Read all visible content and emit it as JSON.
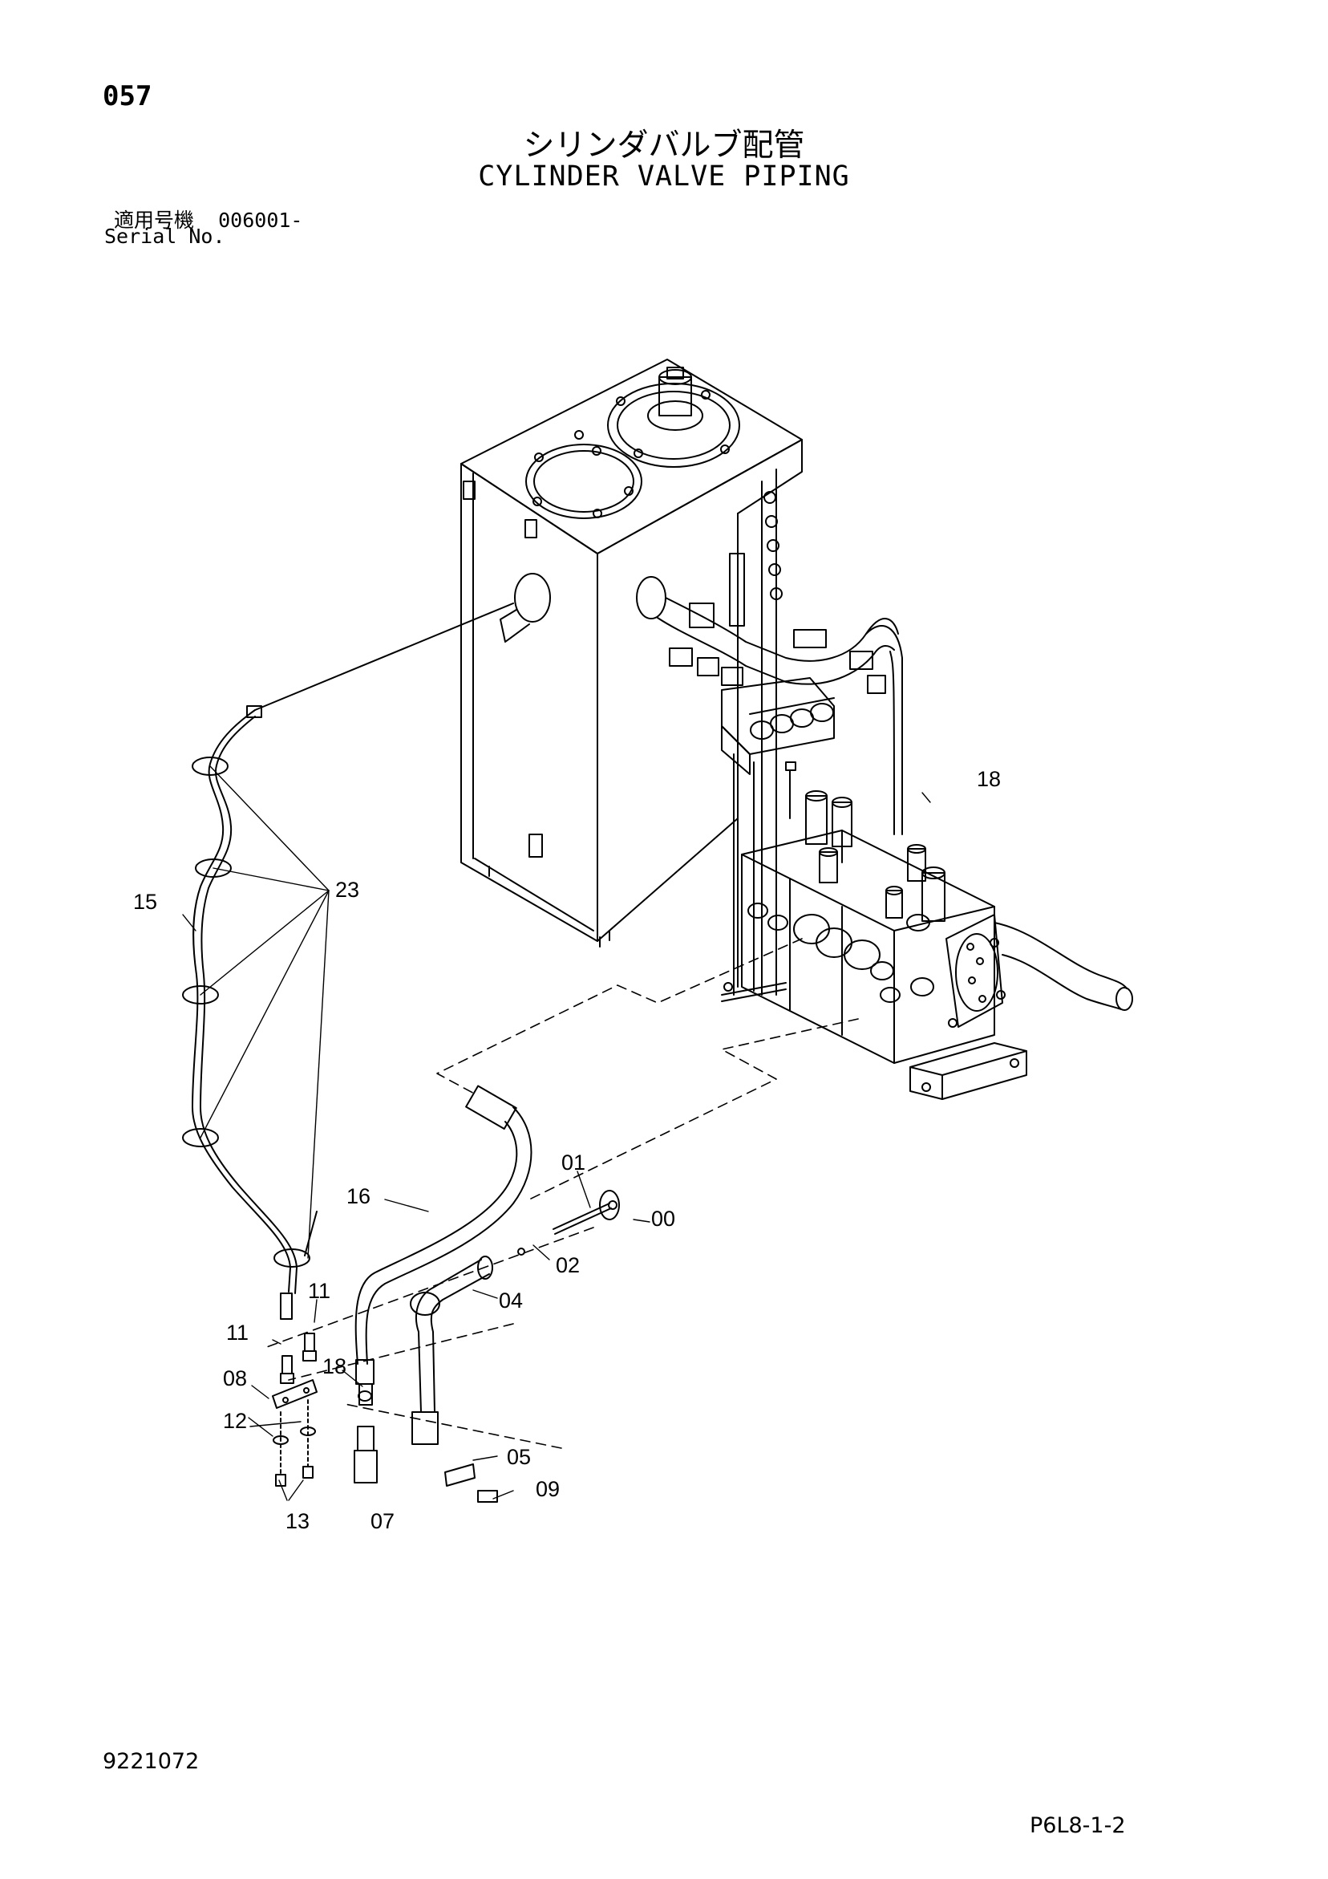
{
  "header": {
    "page_number": "057",
    "title_japanese": "シリンダバルブ配管",
    "title_english": "CYLINDER VALVE PIPING",
    "serial_label_japanese": "適用号機",
    "serial_value": "006001-",
    "serial_label_english": "Serial No."
  },
  "callouts": [
    "00",
    "01",
    "02",
    "04",
    "05",
    "07",
    "08",
    "09",
    "11",
    "11",
    "12",
    "13",
    "15",
    "16",
    "18",
    "18",
    "23"
  ],
  "footer": {
    "drawing_number": "9221072",
    "page_code": "P6L8-1-2"
  }
}
